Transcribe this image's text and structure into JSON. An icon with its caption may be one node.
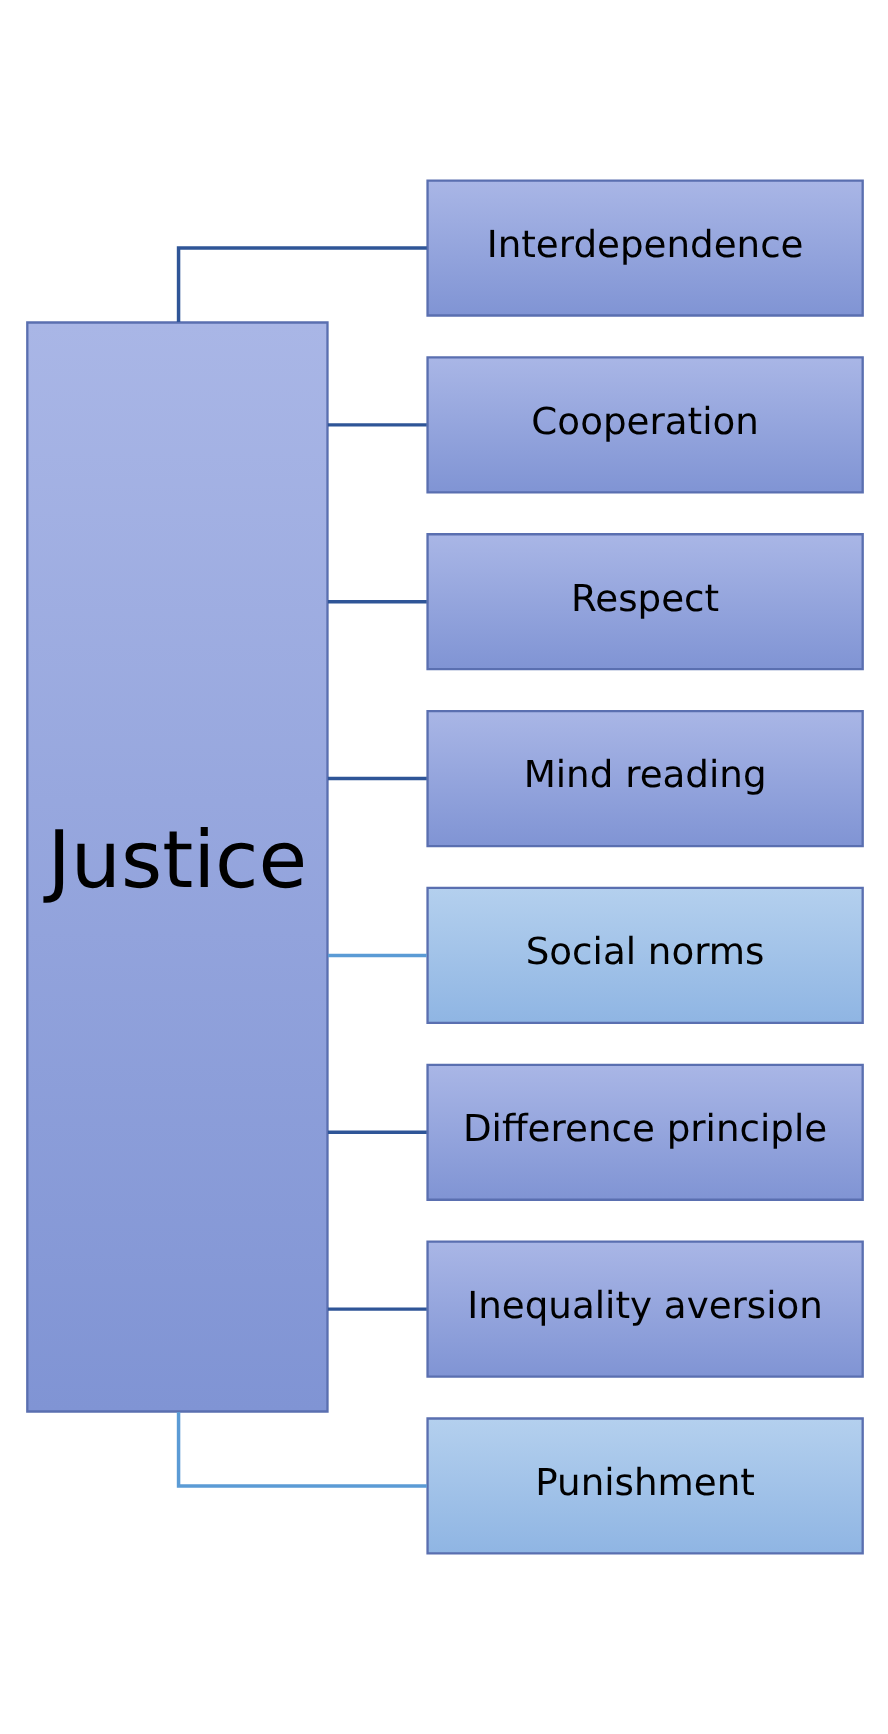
{
  "diagram": {
    "nodes": [
      {
        "text": [
          "Justice"
        ]
      },
      {
        "text": [
          "Interdependence"
        ]
      },
      {
        "text": [
          "Cooperation"
        ]
      },
      {
        "text": [
          "Respect"
        ]
      },
      {
        "text": [
          "Mind reading"
        ]
      },
      {
        "text": [
          "Social norms"
        ]
      },
      {
        "text": [
          "Difference principle"
        ]
      },
      {
        "text": [
          "Inequality aversion"
        ]
      },
      {
        "text": [
          "Punishment"
        ]
      }
    ],
    "edges": [
      {
        "from": 0,
        "to": 1,
        "arrow": "none"
      },
      {
        "from": 0,
        "to": 2,
        "arrow": "none"
      },
      {
        "from": 0,
        "to": 3,
        "arrow": "none"
      },
      {
        "from": 0,
        "to": 4,
        "arrow": "none"
      },
      {
        "from": 0,
        "to": 5,
        "arrow": "none",
        "color": "#5b9bd5"
      },
      {
        "from": 0,
        "to": 6,
        "arrow": "none"
      },
      {
        "from": 0,
        "to": 7,
        "arrow": "none"
      },
      {
        "from": 0,
        "to": 8,
        "arrow": "none",
        "color": "#5b9bd5"
      }
    ]
  }
}
